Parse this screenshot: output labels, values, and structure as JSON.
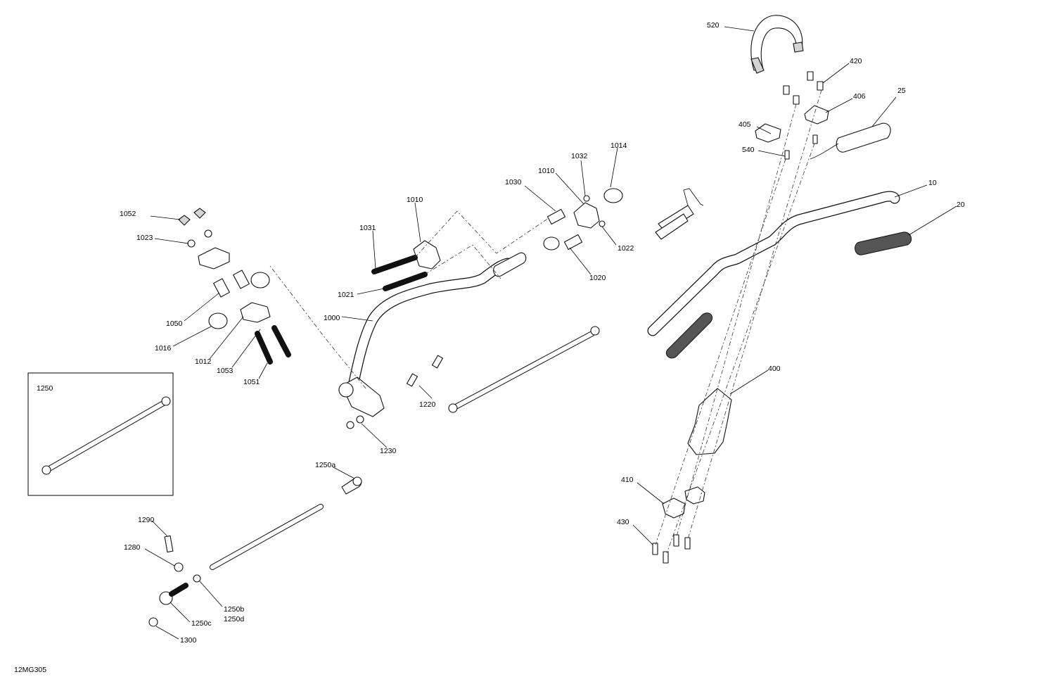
{
  "figure_code": "12MG305",
  "inset_label": "1250",
  "callouts": {
    "c520": "520",
    "c420": "420",
    "c406": "406",
    "c25": "25",
    "c405": "405",
    "c540": "540",
    "c10": "10",
    "c20": "20",
    "c400": "400",
    "c410": "410",
    "c430": "430",
    "c1014": "1014",
    "c1032": "1032",
    "c1010a": "1010",
    "c1030": "1030",
    "c1010b": "1010",
    "c1031": "1031",
    "c1022": "1022",
    "c1020": "1020",
    "c1021": "1021",
    "c1000": "1000",
    "c1052": "1052",
    "c1023": "1023",
    "c1050": "1050",
    "c1016": "1016",
    "c1012": "1012",
    "c1053": "1053",
    "c1051": "1051",
    "c1220": "1220",
    "c1230": "1230",
    "c1250a": "1250a",
    "c1290": "1290",
    "c1280": "1280",
    "c1250b": "1250b",
    "c1250d": "1250d",
    "c1250c": "1250c",
    "c1300": "1300"
  }
}
